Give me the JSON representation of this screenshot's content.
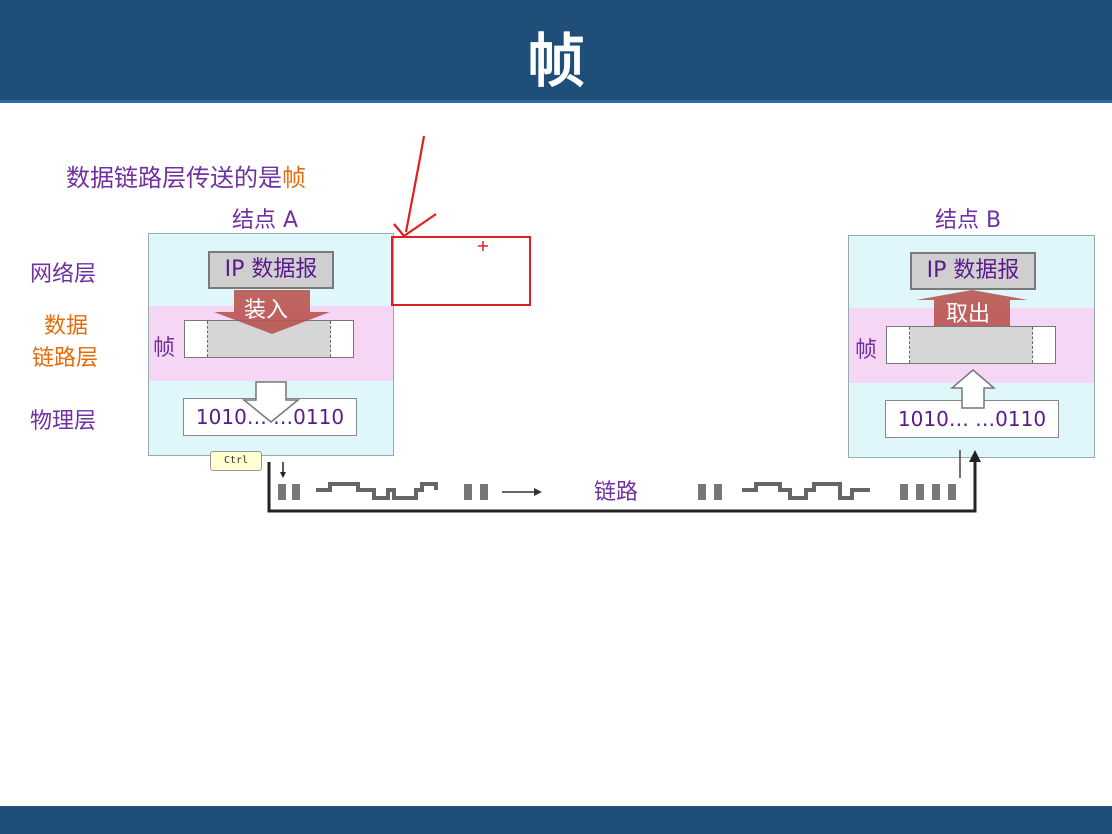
{
  "title": "帧",
  "caption": {
    "prefix": "数据链路层传送的是",
    "highlight": "帧"
  },
  "layers": {
    "network": "网络层",
    "datalink_line1": "数据",
    "datalink_line2": "链路层",
    "physical": "物理层"
  },
  "node_a": {
    "title": "结点 A",
    "ip_packet": "IP 数据报",
    "action": "装入",
    "frame_label": "帧",
    "bits": "1010…   …0110"
  },
  "node_b": {
    "title": "结点 B",
    "ip_packet": "IP 数据报",
    "action": "取出",
    "frame_label": "帧",
    "bits": "1010…   …0110"
  },
  "link_label": "链路",
  "tooltip": "Ctrl",
  "colors": {
    "header": "#1f4e79",
    "purple": "#7030a0",
    "orange": "#e46c0a",
    "arrow": "#b85450",
    "annotation": "#e02020"
  }
}
